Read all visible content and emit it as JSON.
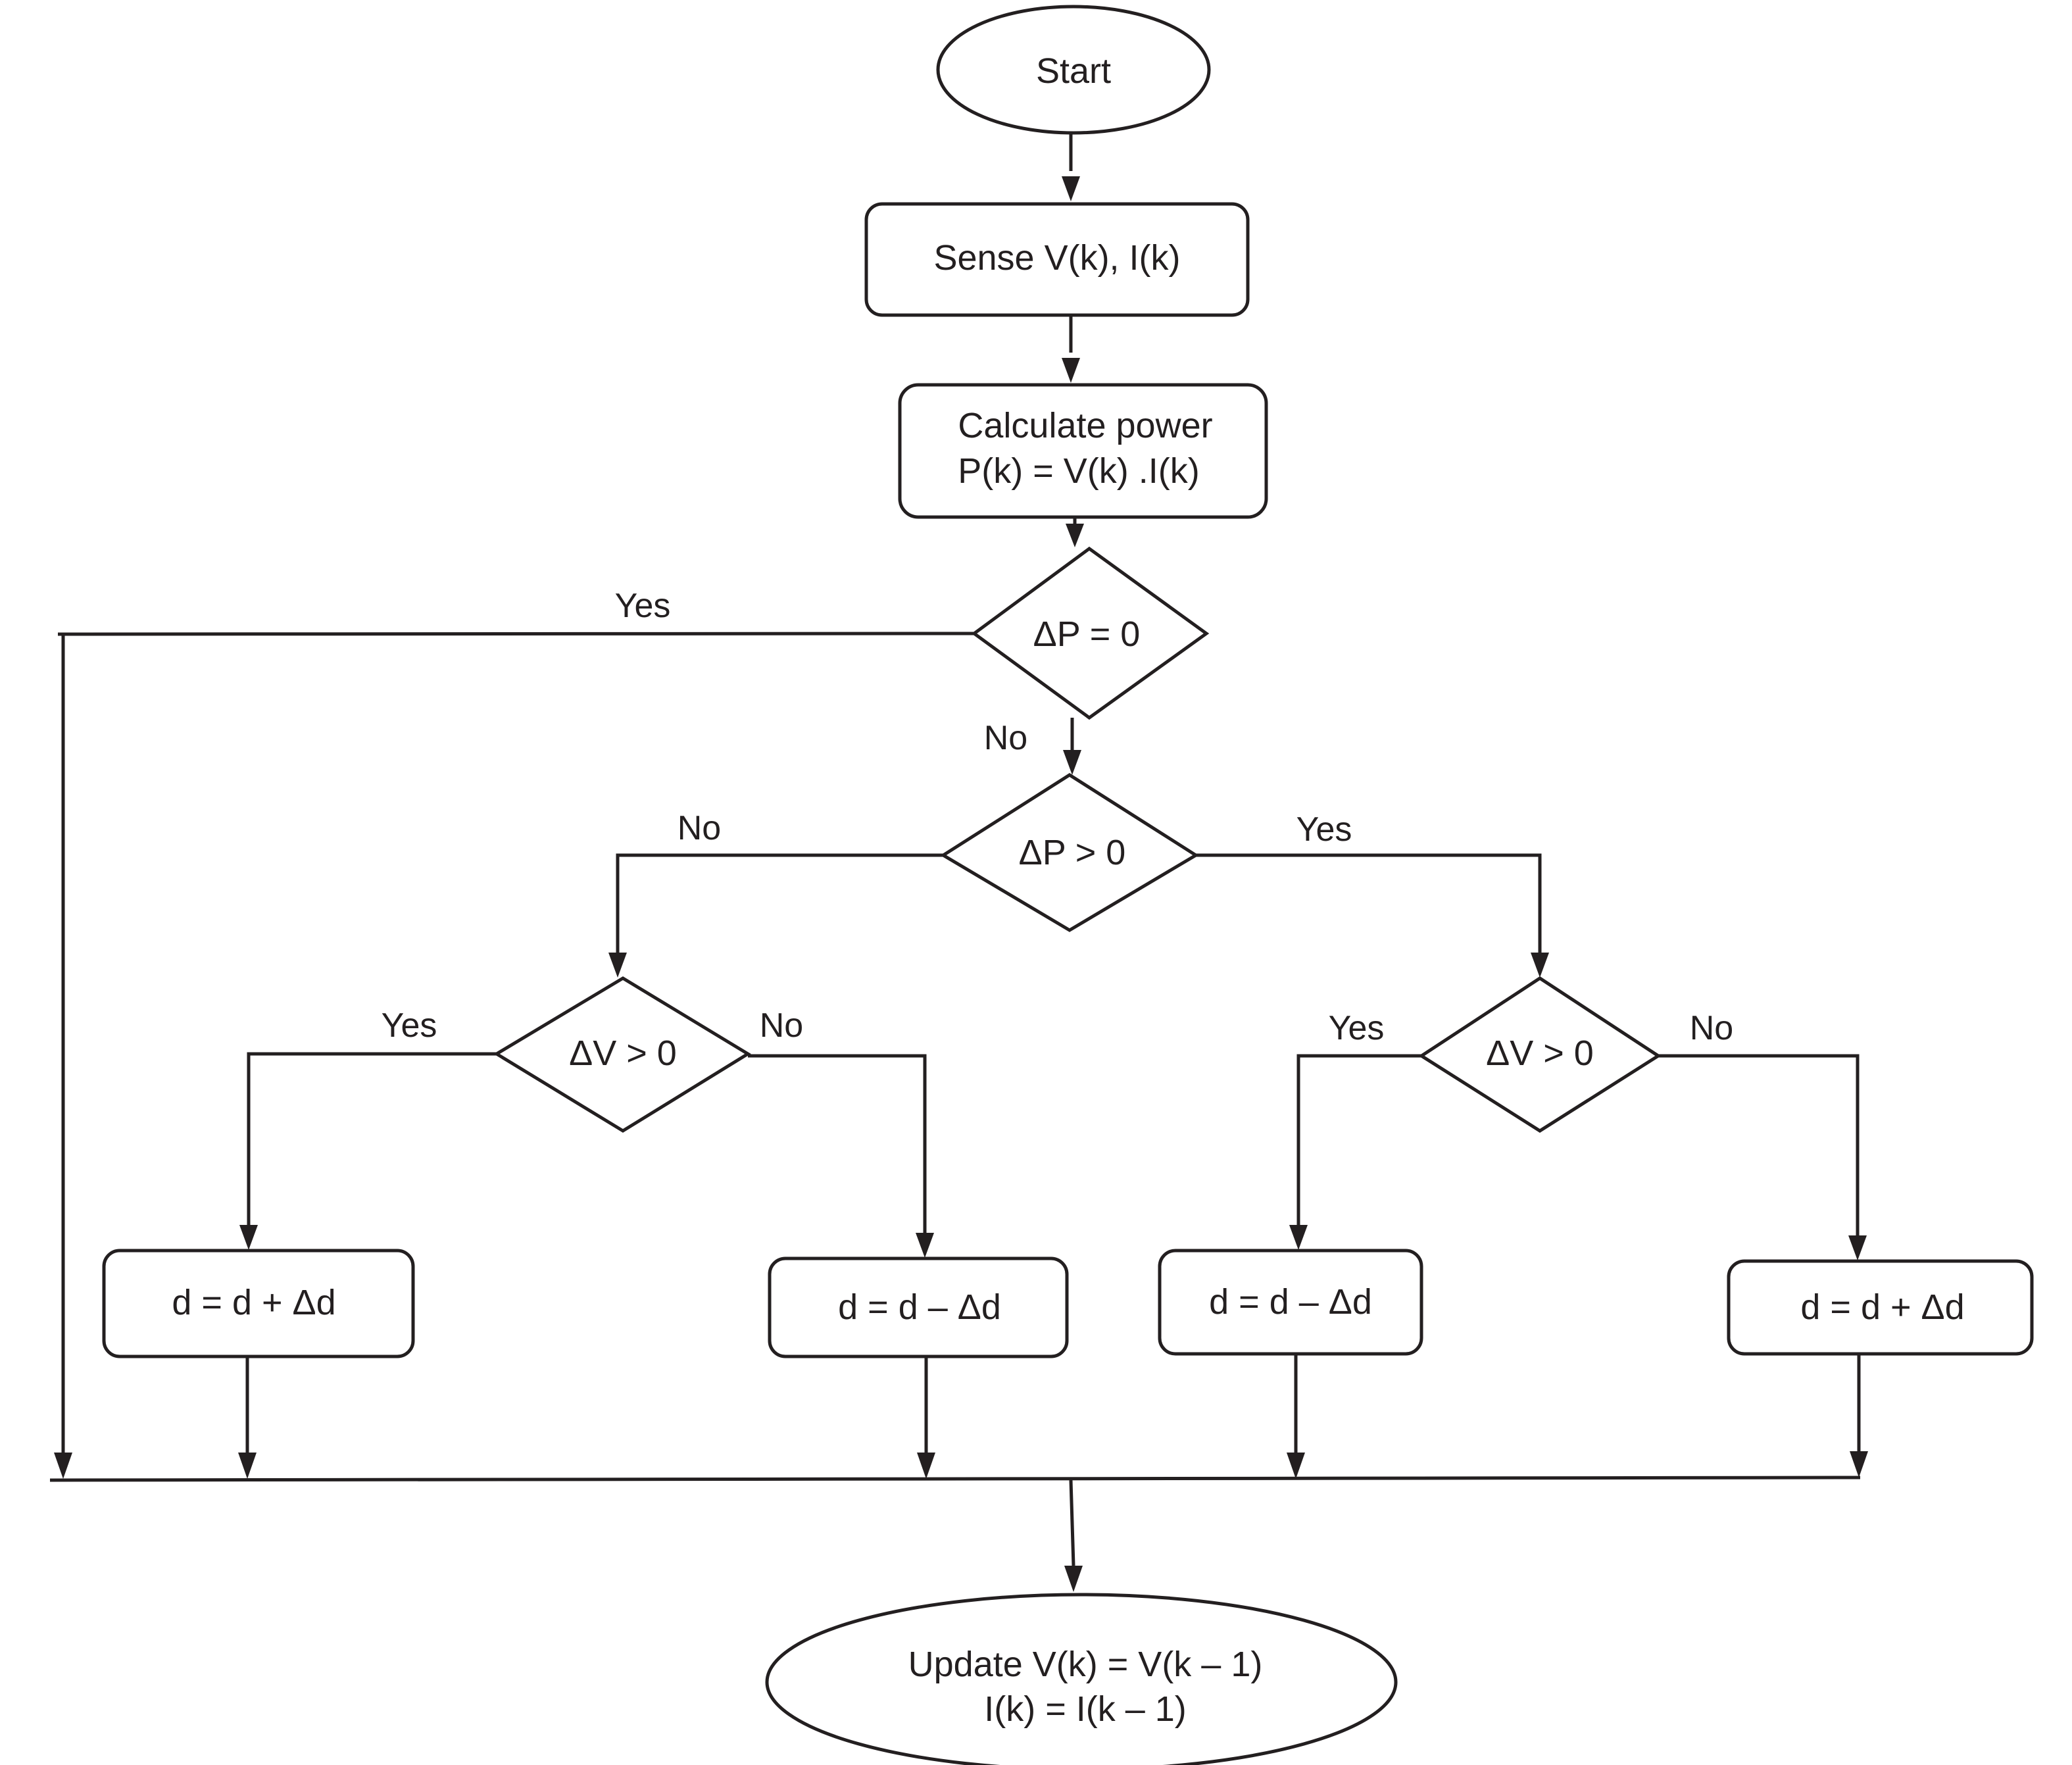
{
  "diagram": {
    "type": "flowchart",
    "description": "Perturb and Observe MPPT algorithm",
    "colors": {
      "stroke": "#231f20",
      "background": "#ffffff",
      "text": "#231f20"
    },
    "nodes": {
      "start": {
        "shape": "ellipse",
        "lines": [
          "Start"
        ]
      },
      "sense": {
        "shape": "rounded-rect",
        "lines": [
          "Sense V(k), I(k)"
        ]
      },
      "calc": {
        "shape": "rounded-rect",
        "lines": [
          "Calculate power",
          "P(k) = V(k) .I(k)"
        ]
      },
      "dp_zero": {
        "shape": "diamond",
        "lines": [
          "ΔP = 0"
        ]
      },
      "dp_pos": {
        "shape": "diamond",
        "lines": [
          "ΔP > 0"
        ]
      },
      "dv_left": {
        "shape": "diamond",
        "lines": [
          "ΔV > 0"
        ]
      },
      "dv_right": {
        "shape": "diamond",
        "lines": [
          "ΔV > 0"
        ]
      },
      "inc_left": {
        "shape": "rounded-rect",
        "lines": [
          "d = d + Δd"
        ]
      },
      "dec_left": {
        "shape": "rounded-rect",
        "lines": [
          "d = d – Δd"
        ]
      },
      "dec_right": {
        "shape": "rounded-rect",
        "lines": [
          "d = d – Δd"
        ]
      },
      "inc_right": {
        "shape": "rounded-rect",
        "lines": [
          "d = d + Δd"
        ]
      },
      "update": {
        "shape": "ellipse",
        "lines": [
          "Update V(k) = V(k – 1)",
          "I(k) = I(k – 1)"
        ]
      }
    },
    "edges": [
      {
        "from": "start",
        "to": "sense",
        "label": ""
      },
      {
        "from": "sense",
        "to": "calc",
        "label": ""
      },
      {
        "from": "calc",
        "to": "dp_zero",
        "label": ""
      },
      {
        "from": "dp_zero",
        "to": "update",
        "label": "Yes"
      },
      {
        "from": "dp_zero",
        "to": "dp_pos",
        "label": "No"
      },
      {
        "from": "dp_pos",
        "to": "dv_left",
        "label": "No"
      },
      {
        "from": "dp_pos",
        "to": "dv_right",
        "label": "Yes"
      },
      {
        "from": "dv_left",
        "to": "inc_left",
        "label": "Yes"
      },
      {
        "from": "dv_left",
        "to": "dec_left",
        "label": "No"
      },
      {
        "from": "dv_right",
        "to": "dec_right",
        "label": "Yes"
      },
      {
        "from": "dv_right",
        "to": "inc_right",
        "label": "No"
      },
      {
        "from": "inc_left",
        "to": "update",
        "label": ""
      },
      {
        "from": "dec_left",
        "to": "update",
        "label": ""
      },
      {
        "from": "dec_right",
        "to": "update",
        "label": ""
      },
      {
        "from": "inc_right",
        "to": "update",
        "label": ""
      }
    ],
    "labels": {
      "yes": "Yes",
      "no": "No"
    }
  }
}
